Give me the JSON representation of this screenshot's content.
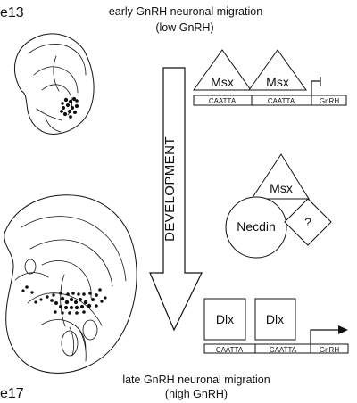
{
  "top": {
    "stage": "e13",
    "caption_line1": "early GnRH neuronal migration",
    "caption_line2": "(low GnRH)"
  },
  "bottom": {
    "stage": "e17",
    "caption_line1": "late GnRH neuronal migration",
    "caption_line2": "(high GnRH)"
  },
  "arrow": {
    "label": "DEVELOPMENT"
  },
  "repression": {
    "factor1": "Msx",
    "factor2": "Msx",
    "site1": "CAATTA",
    "site2": "CAATTA",
    "gene": "GnRH"
  },
  "complex": {
    "factor_msx": "Msx",
    "factor_necdin": "Necdin",
    "factor_unknown": "?"
  },
  "activation": {
    "factor1": "Dlx",
    "factor2": "Dlx",
    "site1": "CAATTA",
    "site2": "CAATTA",
    "gene": "GnRH"
  }
}
